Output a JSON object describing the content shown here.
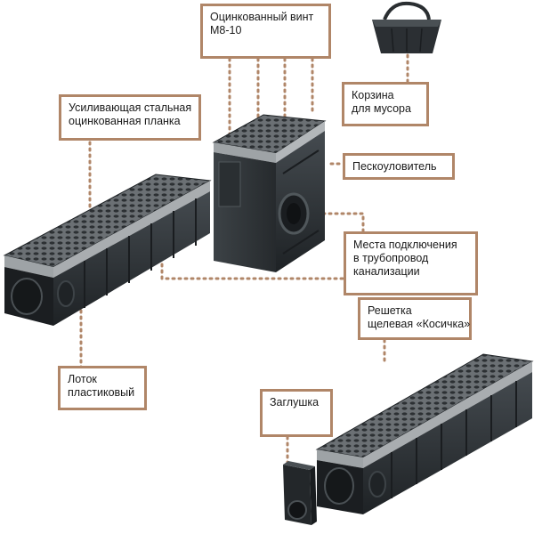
{
  "colors": {
    "accent": "#b08668",
    "channel_body": "#2f3438",
    "grate": "#6a6f73"
  },
  "labels": {
    "screw": {
      "line1": "Оцинкованный винт",
      "line2": "М8-10"
    },
    "basket": {
      "line1": "Корзина",
      "line2": "для  мусора"
    },
    "plate": {
      "line1": "Усиливающая стальная",
      "line2": "оцинкованная планка"
    },
    "sand_trap": {
      "line1": "Пескоуловитель"
    },
    "connection": {
      "line1": "Места подключения",
      "line2": "в трубопровод",
      "line3": "канализации"
    },
    "grate": {
      "line1": "Решетка",
      "line2": "щелевая «Косичка»"
    },
    "tray": {
      "line1": "Лоток",
      "line2": "пластиковый"
    },
    "plug": {
      "line1": "Заглушка"
    }
  },
  "icons": {
    "basket": "trash-basket-icon",
    "channel": "drainage-channel-icon",
    "sand_trap": "sand-trap-icon",
    "plug": "end-cap-icon"
  }
}
